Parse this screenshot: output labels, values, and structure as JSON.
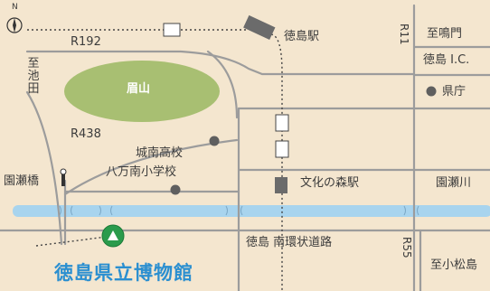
{
  "map": {
    "title": "徳島県立博物館",
    "hill": "眉山",
    "compass": {
      "letter": "N"
    },
    "roads": {
      "r192": "R192",
      "r438": "R438",
      "r11": "R11",
      "r55": "R55",
      "minamikanjo": "徳島 南環状道路"
    },
    "stations": {
      "tokushima": "徳島駅",
      "bunka_no_mori": "文化の森駅"
    },
    "places": {
      "shiko_den": "至池田",
      "naruto_line1": "至鳴門",
      "naruto_line2": "徳島 I.C.",
      "kencho": "県庁",
      "jonan_high": "城南高校",
      "hachiman_elem": "八万南小学校",
      "sonose_bridge": "園瀬橋",
      "sonose_river": "園瀬川",
      "komatsushima": "至小松島"
    },
    "colors": {
      "background": "#f4e6cf",
      "road": "#9c9c9c",
      "river": "#a8d4ee",
      "hill": "#a8bf72",
      "accent": "#2b8fd0",
      "museum_pin": "#2a9b4c"
    }
  }
}
